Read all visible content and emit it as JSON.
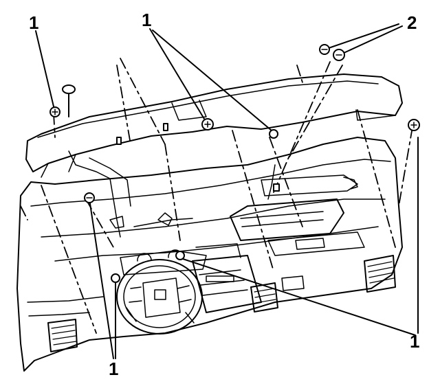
{
  "callouts": [
    {
      "id": "fastener-top-left",
      "label": "1"
    },
    {
      "id": "fastener-top-center",
      "label": "1"
    },
    {
      "id": "fastener-top-right",
      "label": "2"
    },
    {
      "id": "fastener-right",
      "label": "1"
    },
    {
      "id": "fastener-bottom-left",
      "label": "1"
    }
  ]
}
